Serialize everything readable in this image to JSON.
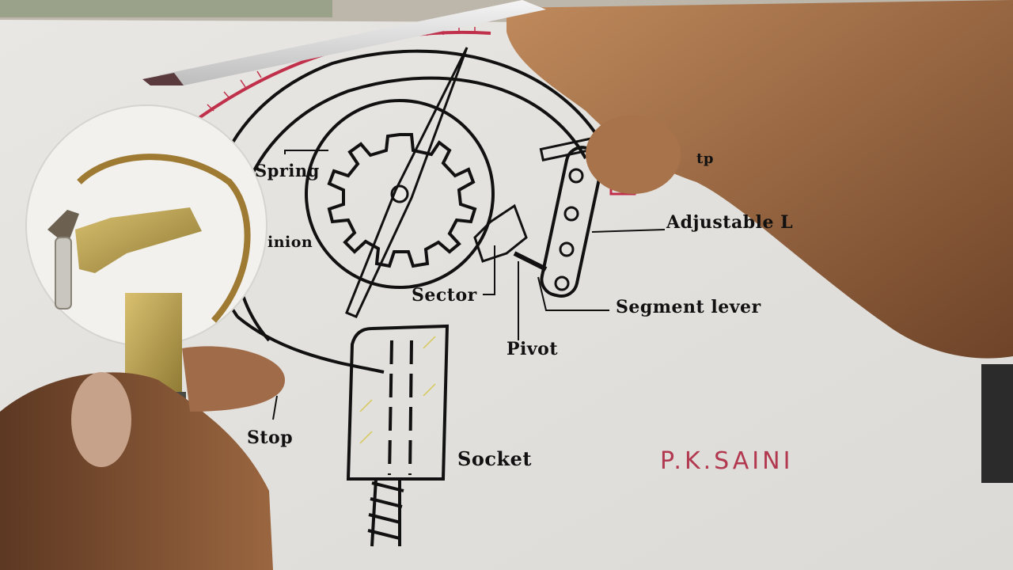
{
  "diagram": {
    "labels": {
      "spring": "Spring",
      "pinion": "inion",
      "sector": "Sector",
      "pivot": "Pivot",
      "segment_lever": "Segment lever",
      "adjustable": "Adjustable L",
      "stop": "Stop",
      "socket": "Socket",
      "top_right_fragment": "tp"
    },
    "signature": "P.K.SAINI"
  },
  "colors": {
    "paper": "#eceae6",
    "ink": "#111111",
    "red_ink": "#c0304a",
    "skin": "#8a5a3a",
    "brass": "#b99a4a"
  }
}
